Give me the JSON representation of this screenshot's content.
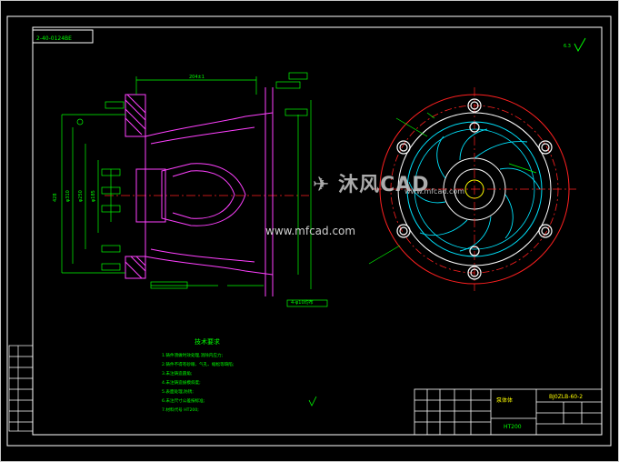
{
  "drawing": {
    "code_box": "2-40-0124BE",
    "tech_title": "技术要求",
    "tech_notes": [
      "1.铸件须做时效处理,消除内应力;",
      "2.铸件不得有砂眼、气孔、缩松等缺陷;",
      "3.未注铸造圆角;",
      "4.未注铸造拔模斜度;",
      "5.表面处理,防锈;",
      "6.未注尺寸公差按标准;",
      "7.材料代号 HT200;"
    ],
    "title_block": {
      "drawing_no": "BJ0ZLB-60-2",
      "material": "HT200",
      "center_label": "泵体体"
    },
    "dims": {
      "top_width": "204±1",
      "left_big": "428",
      "phi_labels": [
        "φ310",
        "φ250",
        "φ185"
      ],
      "right_note": "4-φ10均布"
    },
    "roughness": "6.3"
  },
  "watermark": {
    "logo": "沐风CAD",
    "sub": "www.mfcad.com",
    "url": "www.mfcad.com"
  },
  "colors": {
    "background": "#000000",
    "frame": "#ffffff",
    "green": "#00ff00",
    "red": "#ff2020",
    "cyan": "#00e5ff",
    "yellow": "#ffff00",
    "magenta": "#ff40ff",
    "white": "#ffffff"
  }
}
